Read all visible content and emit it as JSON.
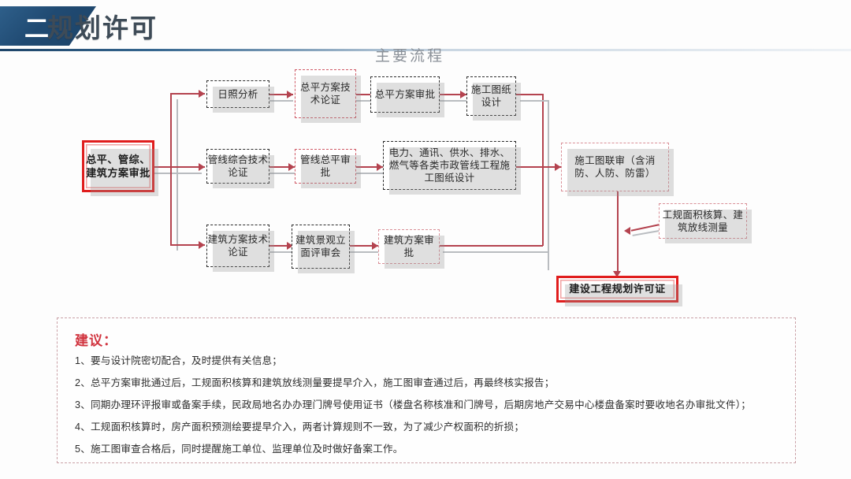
{
  "header": {
    "section_number": "二",
    "title": "规划许可"
  },
  "flow": {
    "title": "主要流程",
    "start_node": "总平、管综、建筑方案审批",
    "row_top": [
      "日照分析",
      "总平方案技术论证",
      "总平方案审批",
      "施工图纸设计"
    ],
    "row_middle": [
      "管线综合技术论证",
      "管线总平审批",
      "电力、通讯、供水、排水、燃气等各类市政管线工程施工图纸设计"
    ],
    "row_bottom": [
      "建筑方案技术论证",
      "建筑景观立面评审会",
      "建筑方案审批"
    ],
    "joint_review": "施工图联审（含消防、人防、防雷）",
    "side_note": "工规面积核算、建筑放线测量",
    "final_node": "建设工程规划许可证"
  },
  "suggestions": {
    "title": "建议：",
    "items": [
      "1、要与设计院密切配合，及时提供有关信息；",
      "2、总平方案审批通过后，工规面积核算和建筑放线测量要提早介入，施工图审查通过后，再最终核实报告；",
      "3、同期办理环评报审或备案手续，民政局地名办办理门牌号使用证书（楼盘名称核准和门牌号，后期房地产交易中心楼盘备案时要收地名办审批文件）；",
      "4、工规面积核算时，房产面积预测绘要提早介入，两者计算规则不一致，为了减少产权面积的折损；",
      "5、施工图审查合格后，同时提醒施工单位、监理单位及时做好备案工作。"
    ]
  },
  "colors": {
    "header_blue": "#204a72",
    "title_gray": "#3e4b57",
    "accent_red": "#e01d1d",
    "connector_red": "#b4434f",
    "suggestion_red": "#d1343f"
  }
}
